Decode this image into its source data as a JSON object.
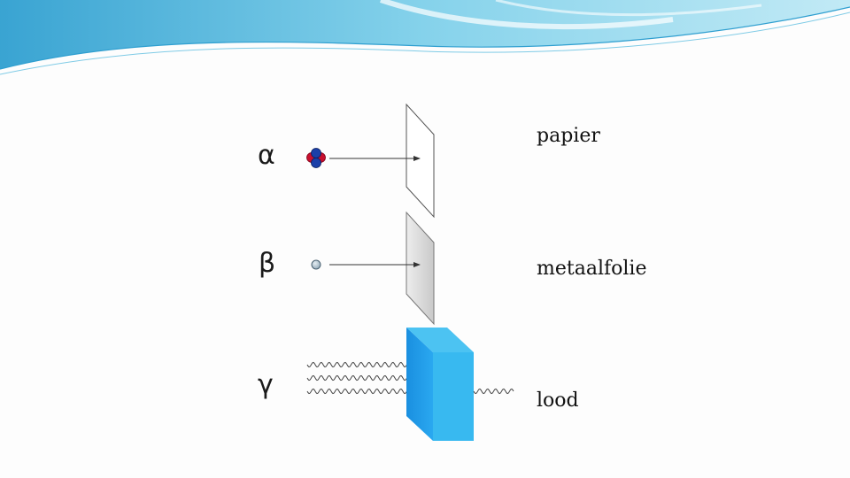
{
  "rows": [
    {
      "symbol": "α",
      "label": "papier",
      "particle": "alpha-particle",
      "barrier": "paper-sheet"
    },
    {
      "symbol": "β",
      "label": "metaalfolie",
      "particle": "beta-particle",
      "barrier": "metal-foil"
    },
    {
      "symbol": "γ",
      "label": "lood",
      "particle": "gamma-ray",
      "barrier": "lead-block"
    }
  ],
  "colors": {
    "header_wave_dark": "#3fa7d6",
    "header_wave_light": "#a6e0f2",
    "lead_block_front": "#1e9be8",
    "lead_block_side": "#3fc4f5",
    "proton": "#c8102e",
    "neutron": "#1a3fa8",
    "electron": "#9eb3c2"
  }
}
